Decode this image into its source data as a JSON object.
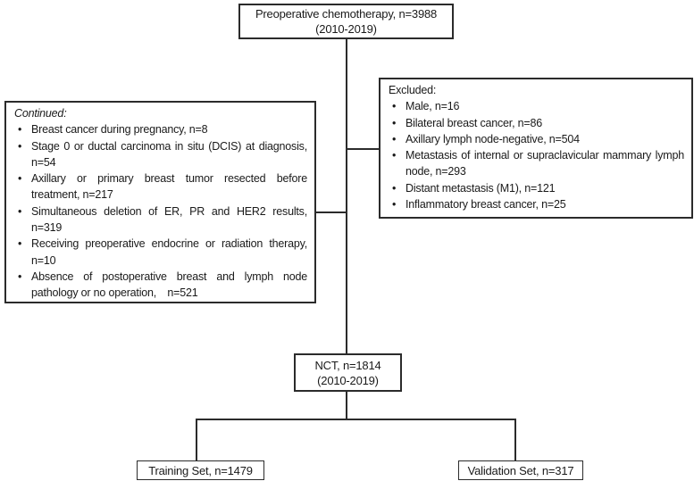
{
  "figure": {
    "background": "#ffffff",
    "line_color": "#2b2b2b",
    "text_color": "#1a1a1a"
  },
  "top_box": {
    "line1": "Preoperative chemotherapy, n=3988",
    "line2": "(2010-2019)"
  },
  "excluded_box": {
    "heading": "Excluded:",
    "items": [
      "Male, n=16",
      "Bilateral breast cancer, n=86",
      "Axillary lymph node-negative, n=504",
      "Metastasis of internal or supraclavicular mammary lymph node, n=293",
      "Distant metastasis (M1), n=121",
      "Inflammatory breast cancer, n=25"
    ]
  },
  "continued_box": {
    "heading": "Continued:",
    "items": [
      "Breast cancer during pregnancy, n=8",
      "Stage 0 or ductal carcinoma in situ (DCIS) at diagnosis, n=54",
      "Axillary or primary breast tumor resected before treatment, n=217",
      "Simultaneous deletion of ER, PR and HER2 results, n=319",
      "Receiving preoperative endocrine or radiation therapy, n=10",
      "Absence of postoperative breast and lymph node pathology or no operation, n=521"
    ]
  },
  "nct_box": {
    "line1": "NCT, n=1814",
    "line2": "(2010-2019)"
  },
  "training_box": {
    "label": "Training Set, n=1479"
  },
  "validation_box": {
    "label": "Validation Set, n=317"
  }
}
